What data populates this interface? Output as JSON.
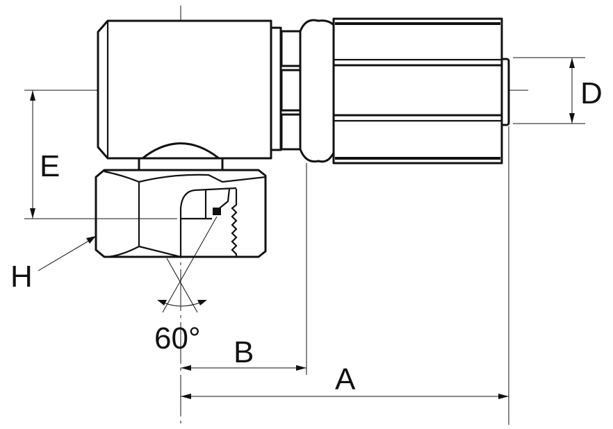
{
  "drawing": {
    "type": "swivel hose fitting technical drawing",
    "dimension_labels": {
      "A": "A",
      "B": "B",
      "D": "D",
      "E": "E",
      "H": "H",
      "angle": "60°"
    }
  }
}
